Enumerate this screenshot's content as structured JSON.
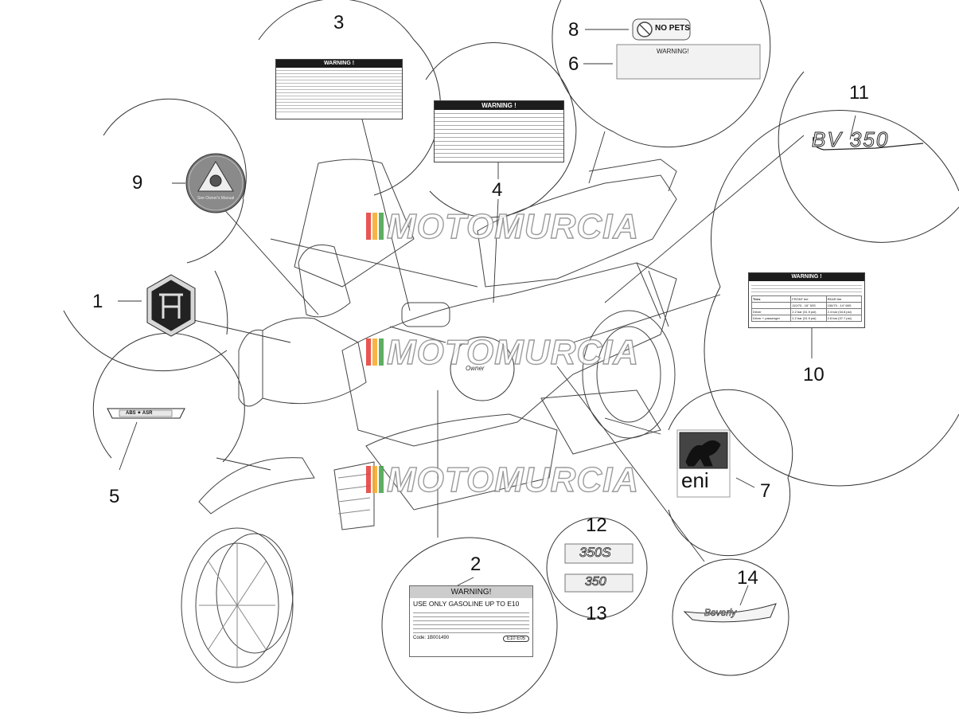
{
  "parts": {
    "p1": "1",
    "p2": "2",
    "p3": "3",
    "p4": "4",
    "p5": "5",
    "p6": "6",
    "p7": "7",
    "p8": "8",
    "p9": "9",
    "p10": "10",
    "p11": "11",
    "p12": "12",
    "p13": "13",
    "p14": "14"
  },
  "watermark": "MOTOMURCIA",
  "watermark_colors": [
    "#e53935",
    "#f9a825",
    "#43a047"
  ],
  "labels": {
    "warning_heading": "WARNING !",
    "warning_heading_2": "WARNING!",
    "no_pets": "NO PETS",
    "see_manual": "See Owner's Manual",
    "abs_asr": "ABS ✦ ASR",
    "fuel_warning_text": "USE ONLY GASOLINE UP TO E10",
    "fuel_code": "Code: 1B001490",
    "fuel_grades": "E10  E05",
    "eni": "eni",
    "model_350": "350",
    "model_350s": "350S",
    "beverly": "Beverly",
    "bv350": "BV 350",
    "owner": "Owner",
    "tire_table": {
      "headers": [
        "Tires",
        "FRONT tire",
        "REAR tire"
      ],
      "rows": [
        [
          "",
          "110/70 - 16\" 52S",
          "150/70 - 14\" 66S"
        ],
        [
          "Driver",
          "2.2 bar (31.9 psi)",
          "2.4 bar (34.8 psi)"
        ],
        [
          "Driver + passenger",
          "2.2 bar (31.9 psi)",
          "2.6 bar (37.7 psi)"
        ]
      ]
    }
  }
}
